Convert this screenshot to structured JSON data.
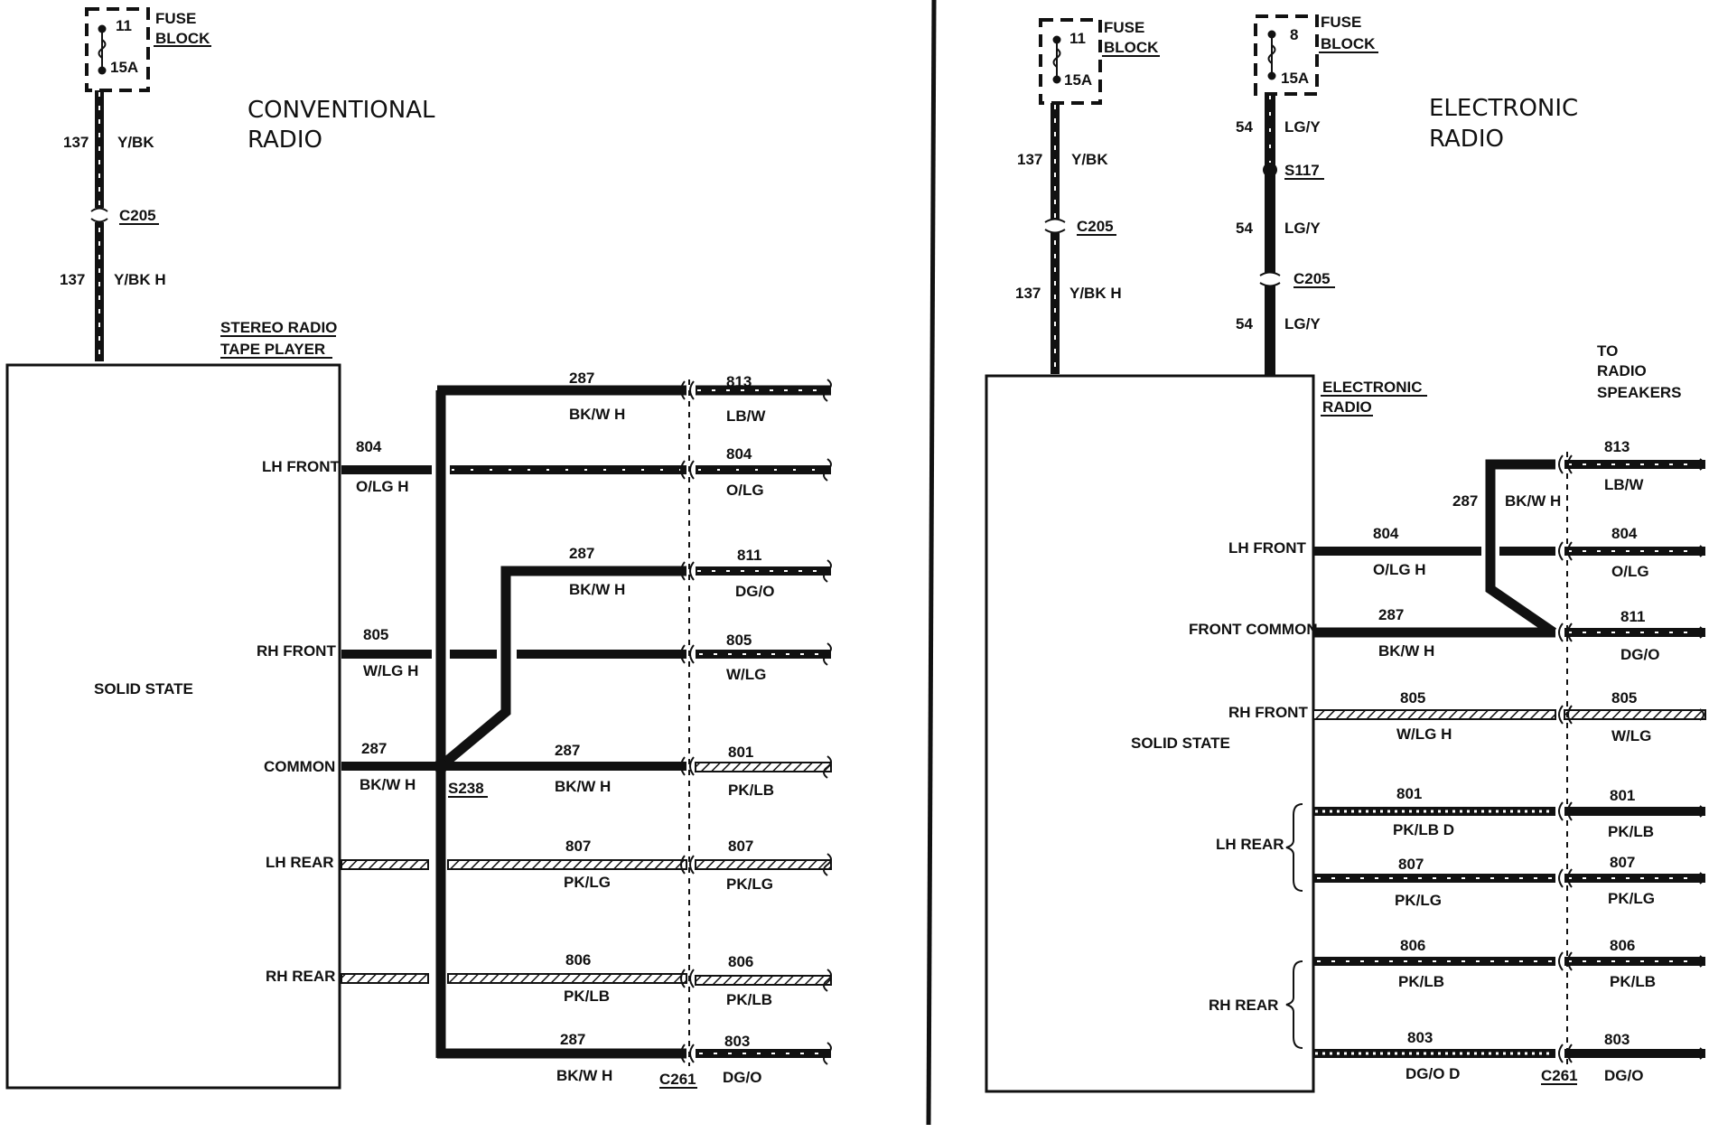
{
  "left": {
    "fuse": {
      "number": "11",
      "amps": "15A",
      "label1": "FUSE",
      "label2": "BLOCK"
    },
    "title": [
      "CONVENTIONAL",
      "RADIO"
    ],
    "feed": [
      {
        "circuit": "137",
        "color": "Y/BK"
      },
      {
        "connector": "C205"
      },
      {
        "circuit": "137",
        "color": "Y/BK H"
      }
    ],
    "component": {
      "label1": "STEREO RADIO",
      "label2": "TAPE PLAYER",
      "body": "SOLID STATE"
    },
    "pins": {
      "lh_front": "LH FRONT",
      "rh_front": "RH FRONT",
      "common": "COMMON",
      "lh_rear": "LH REAR",
      "rh_rear": "RH REAR"
    },
    "splice": "S238",
    "connector": "C261",
    "wires": [
      {
        "id": "top",
        "in_circuit": "287",
        "in_color": "BK/W H",
        "out_circuit": "813",
        "out_color": "LB/W"
      },
      {
        "id": "lhf",
        "radio_circuit": "804",
        "radio_color": "O/LG H",
        "out_circuit": "804",
        "out_color": "O/LG"
      },
      {
        "id": "mid",
        "in_circuit": "287",
        "in_color": "BK/W H",
        "out_circuit": "811",
        "out_color": "DG/O"
      },
      {
        "id": "rhf",
        "radio_circuit": "805",
        "radio_color": "W/LG H",
        "out_circuit": "805",
        "out_color": "W/LG"
      },
      {
        "id": "com",
        "radio_circuit": "287",
        "radio_color": "BK/W H",
        "in_circuit": "287",
        "in_color": "BK/W H",
        "out_circuit": "801",
        "out_color": "PK/LB"
      },
      {
        "id": "lhr",
        "in_circuit": "807",
        "in_color": "PK/LG",
        "out_circuit": "807",
        "out_color": "PK/LG"
      },
      {
        "id": "rhr",
        "in_circuit": "806",
        "in_color": "PK/LB",
        "out_circuit": "806",
        "out_color": "PK/LB"
      },
      {
        "id": "bot",
        "in_circuit": "287",
        "in_color": "BK/W H",
        "out_circuit": "803",
        "out_color": "DG/O"
      }
    ]
  },
  "right": {
    "fuse1": {
      "number": "11",
      "amps": "15A",
      "label1": "FUSE",
      "label2": "BLOCK"
    },
    "fuse2": {
      "number": "8",
      "amps": "15A",
      "label1": "FUSE",
      "label2": "BLOCK"
    },
    "title": [
      "ELECTRONIC",
      "RADIO"
    ],
    "feed1": [
      {
        "circuit": "137",
        "color": "Y/BK"
      },
      {
        "connector": "C205"
      },
      {
        "circuit": "137",
        "color": "Y/BK H"
      }
    ],
    "feed2": [
      {
        "circuit": "54",
        "color": "LG/Y"
      },
      {
        "splice": "S117"
      },
      {
        "circuit": "54",
        "color": "LG/Y"
      },
      {
        "connector": "C205"
      },
      {
        "circuit": "54",
        "color": "LG/Y"
      }
    ],
    "component": {
      "label1": "ELECTRONIC",
      "label2": "RADIO",
      "body": "SOLID STATE"
    },
    "speakers": [
      "TO",
      "RADIO",
      "SPEAKERS"
    ],
    "pins": {
      "lh_front": "LH FRONT",
      "front_common": "FRONT COMMON",
      "rh_front": "RH FRONT",
      "lh_rear": "LH REAR",
      "rh_rear": "RH REAR"
    },
    "connector": "C261",
    "wires": [
      {
        "id": "top",
        "in_circuit": "287",
        "in_color": "BK/W H",
        "out_circuit": "813",
        "out_color": "LB/W"
      },
      {
        "id": "lhf",
        "in_circuit": "804",
        "in_color": "O/LG H",
        "out_circuit": "804",
        "out_color": "O/LG"
      },
      {
        "id": "fc",
        "in_circuit": "287",
        "in_color": "BK/W H",
        "out_circuit": "811",
        "out_color": "DG/O"
      },
      {
        "id": "rhf",
        "in_circuit": "805",
        "in_color": "W/LG H",
        "out_circuit": "805",
        "out_color": "W/LG"
      },
      {
        "id": "lhr1",
        "in_circuit": "801",
        "in_color": "PK/LB D",
        "out_circuit": "801",
        "out_color": "PK/LB"
      },
      {
        "id": "lhr2",
        "in_circuit": "807",
        "in_color": "PK/LG",
        "out_circuit": "807",
        "out_color": "PK/LG"
      },
      {
        "id": "rhr1",
        "in_circuit": "806",
        "in_color": "PK/LB",
        "out_circuit": "806",
        "out_color": "PK/LB"
      },
      {
        "id": "rhr2",
        "in_circuit": "803",
        "in_color": "DG/O D",
        "out_circuit": "803",
        "out_color": "DG/O"
      }
    ]
  }
}
